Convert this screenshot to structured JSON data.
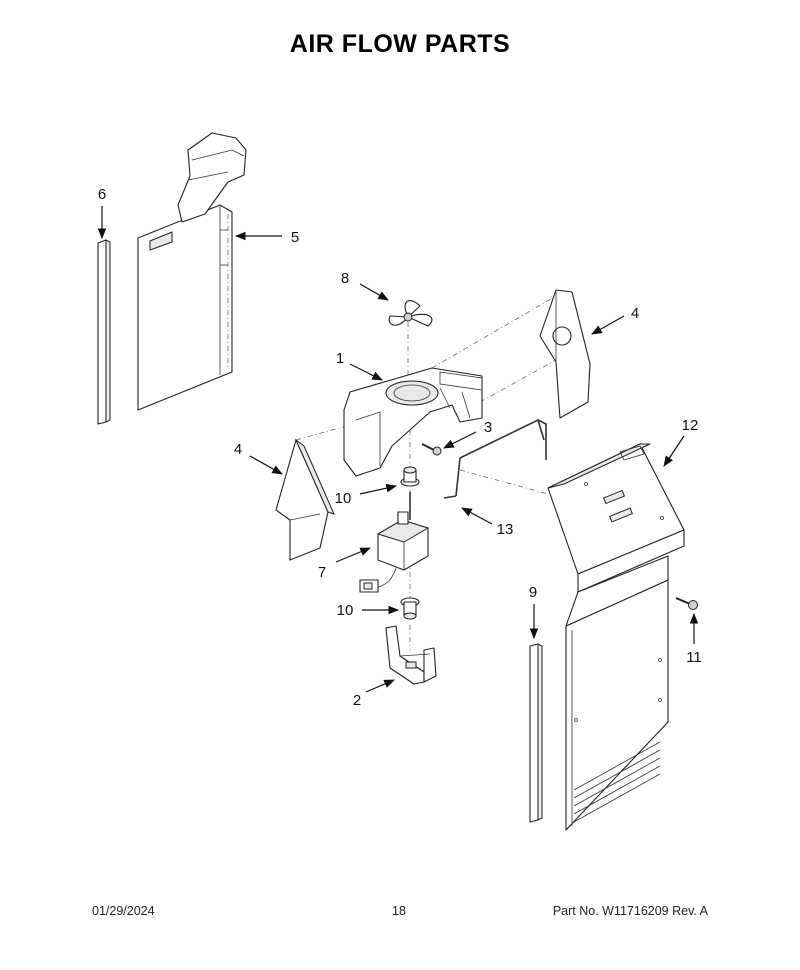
{
  "page": {
    "title": "AIR FLOW PARTS"
  },
  "callouts": {
    "c1": "1",
    "c2": "2",
    "c3": "3",
    "c4a": "4",
    "c4b": "4",
    "c5": "5",
    "c6": "6",
    "c7": "7",
    "c8": "8",
    "c9": "9",
    "c10a": "10",
    "c10b": "10",
    "c11": "11",
    "c12": "12",
    "c13": "13"
  },
  "footer": {
    "date": "01/29/2024",
    "page_number": "18",
    "part_info": "Part No.  W11716209  Rev.  A"
  }
}
